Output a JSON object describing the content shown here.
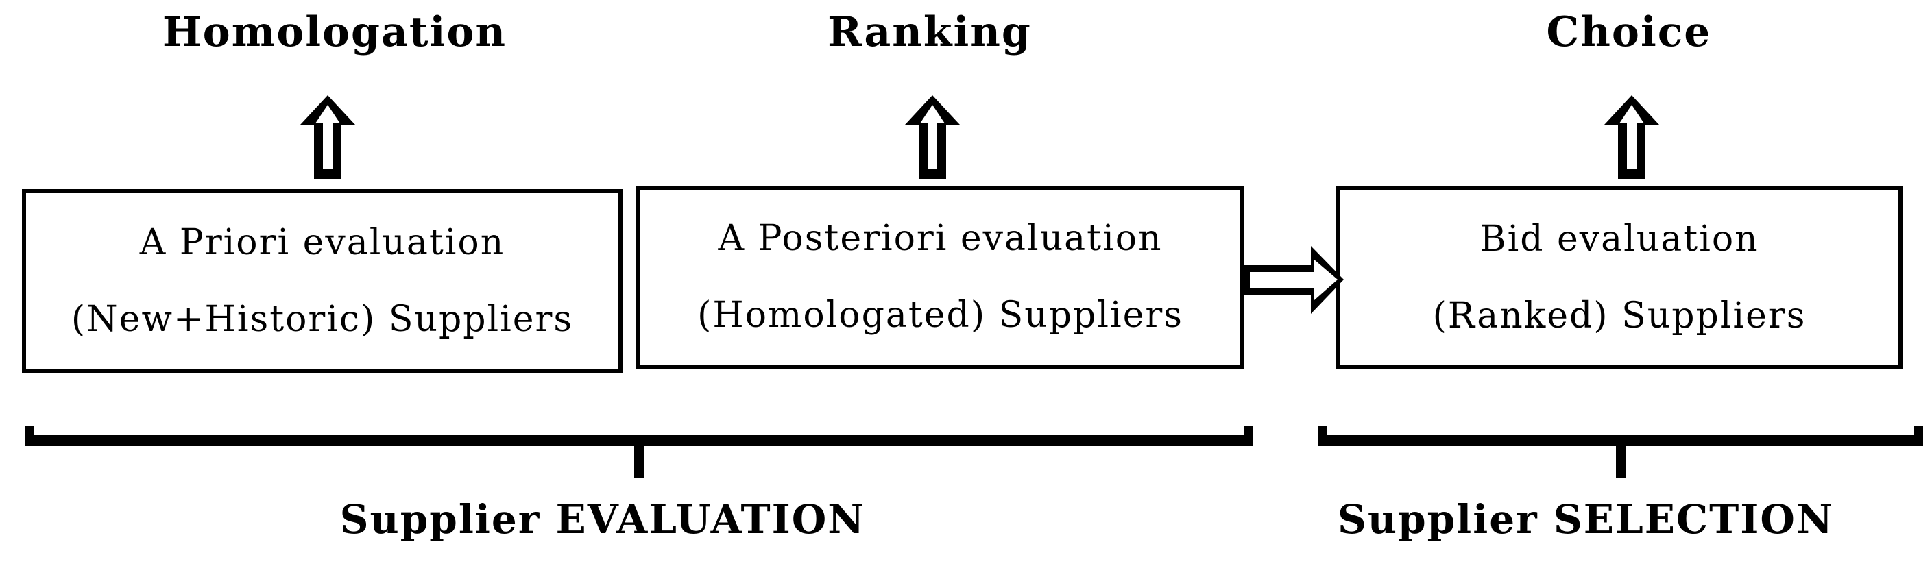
{
  "figure": {
    "colors": {
      "ink": "#000000",
      "background": "#ffffff"
    },
    "stages": [
      {
        "title": "Homologation",
        "box_line1": "A Priori evaluation",
        "box_line2": "(New+Historic) Suppliers"
      },
      {
        "title": "Ranking",
        "box_line1": "A Posteriori evaluation",
        "box_line2": "(Homologated) Suppliers"
      },
      {
        "title": "Choice",
        "box_line1": "Bid evaluation",
        "box_line2": "(Ranked) Suppliers"
      }
    ],
    "groups": [
      {
        "label": "Supplier EVALUATION"
      },
      {
        "label": "Supplier SELECTION"
      }
    ]
  }
}
